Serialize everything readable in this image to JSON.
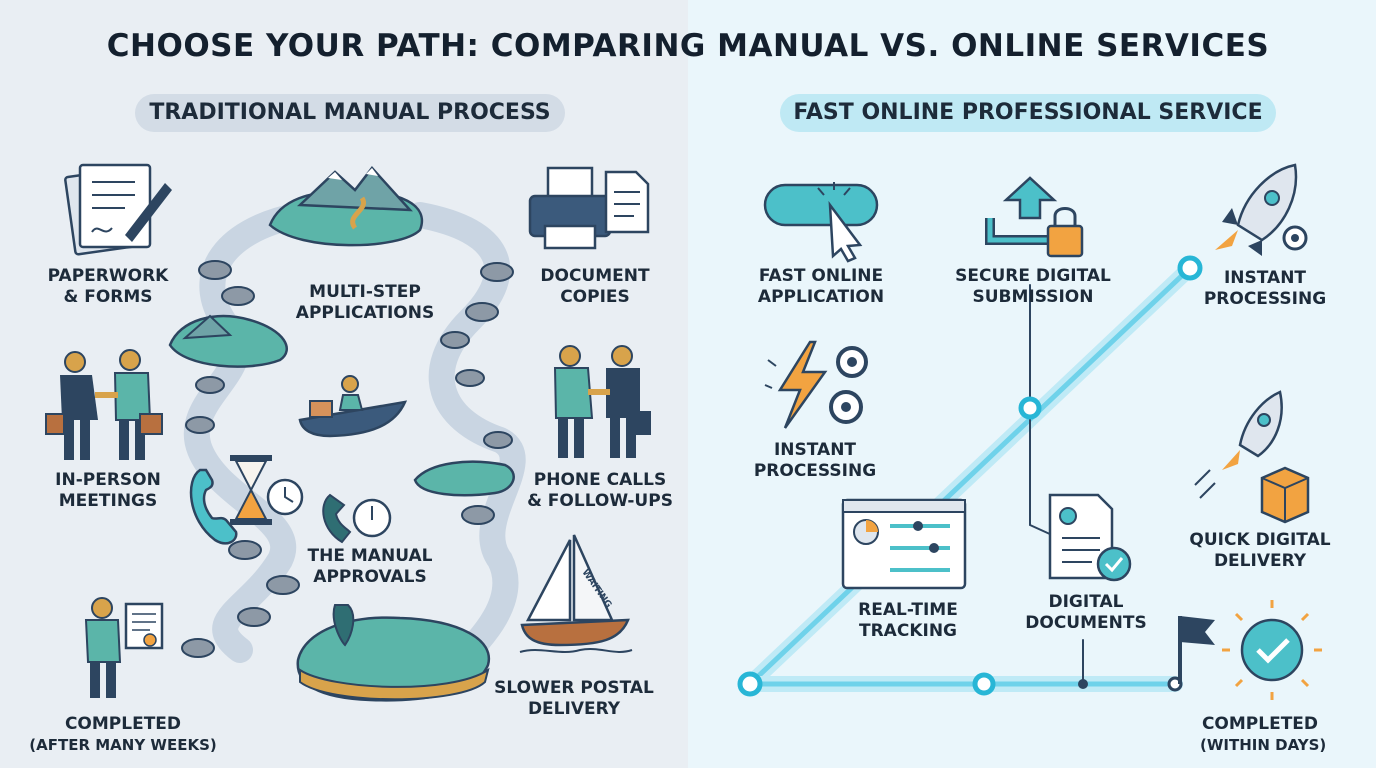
{
  "title": "CHOOSE YOUR PATH: COMPARING MANUAL VS. ONLINE SERVICES",
  "manual": {
    "heading": "TRADITIONAL MANUAL PROCESS",
    "steps": [
      {
        "line1": "PAPERWORK",
        "line2": "& FORMS",
        "icon": "paperwork-icon"
      },
      {
        "line1": "MULTI-STEP",
        "line2": "APPLICATIONS",
        "icon": "island-icon"
      },
      {
        "line1": "DOCUMENT",
        "line2": "COPIES",
        "icon": "printer-icon"
      },
      {
        "line1": "IN-PERSON",
        "line2": "MEETINGS",
        "icon": "handshake-icon"
      },
      {
        "line1": "PHONE CALLS",
        "line2": "& FOLLOW-UPS",
        "icon": "handshake-icon"
      },
      {
        "line1": "THE MANUAL",
        "line2": "APPROVALS",
        "icon": "phone-clock-icon"
      },
      {
        "line1": "SLOWER POSTAL",
        "line2": "DELIVERY",
        "icon": "sailboat-icon"
      },
      {
        "line1": "COMPLETED",
        "line2": "(AFTER MANY WEEKS)",
        "icon": "certificate-icon"
      }
    ],
    "sail_text": "WAITING"
  },
  "online": {
    "heading": "FAST ONLINE PROFESSIONAL SERVICE",
    "steps": [
      {
        "line1": "FAST ONLINE",
        "line2": "APPLICATION",
        "icon": "cursor-click-icon"
      },
      {
        "line1": "SECURE DIGITAL",
        "line2": "SUBMISSION",
        "icon": "upload-lock-icon"
      },
      {
        "line1": "INSTANT",
        "line2": "PROCESSING",
        "icon": "rocket-icon"
      },
      {
        "line1": "INSTANT",
        "line2": "PROCESSING",
        "icon": "lightning-gears-icon"
      },
      {
        "line1": "REAL-TIME",
        "line2": "TRACKING",
        "icon": "dashboard-icon"
      },
      {
        "line1": "DIGITAL",
        "line2": "DOCUMENTS",
        "icon": "document-check-icon"
      },
      {
        "line1": "QUICK DIGITAL",
        "line2": "DELIVERY",
        "icon": "rocket-box-icon"
      },
      {
        "line1": "COMPLETED",
        "line2": "(WITHIN DAYS)",
        "icon": "check-flag-icon"
      }
    ]
  },
  "colors": {
    "teal": "#4cc0c9",
    "navy": "#2d4560",
    "orange": "#f2a341",
    "island": "#5bb5a9",
    "line": "#7fd8ec"
  }
}
